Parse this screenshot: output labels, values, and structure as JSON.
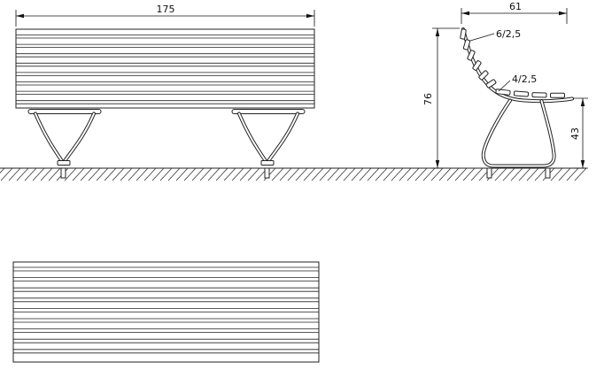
{
  "front_view": {
    "width_dim": "175"
  },
  "side_view": {
    "depth_dim": "61",
    "height_dim": "76",
    "seat_height_dim": "43",
    "back_slat_note": "6/2,5",
    "seat_slat_note": "4/2,5"
  }
}
